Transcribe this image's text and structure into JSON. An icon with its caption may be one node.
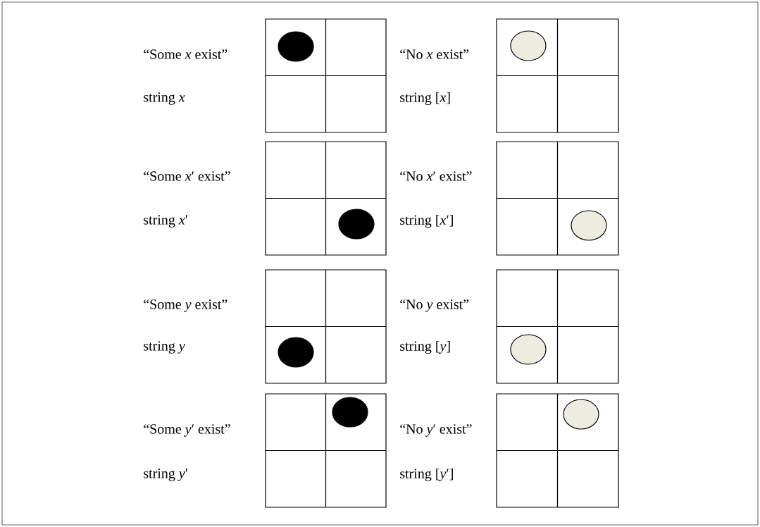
{
  "diagram": {
    "labels": [
      "“Some *x* exist”",
      "“No *x* exist”",
      "string *x*",
      "string [*x*]",
      "“Some *x*′ exist”",
      "“No *x*′ exist”",
      "string *x*′",
      "string [*x*′]",
      "“Some *y* exist”",
      "“No *y* exist”",
      "string *y*",
      "string [*y*]",
      "“Some *y*′ exist”",
      "“No *y*′ exist”",
      "string *y*′",
      "string [*y*′]"
    ]
  }
}
